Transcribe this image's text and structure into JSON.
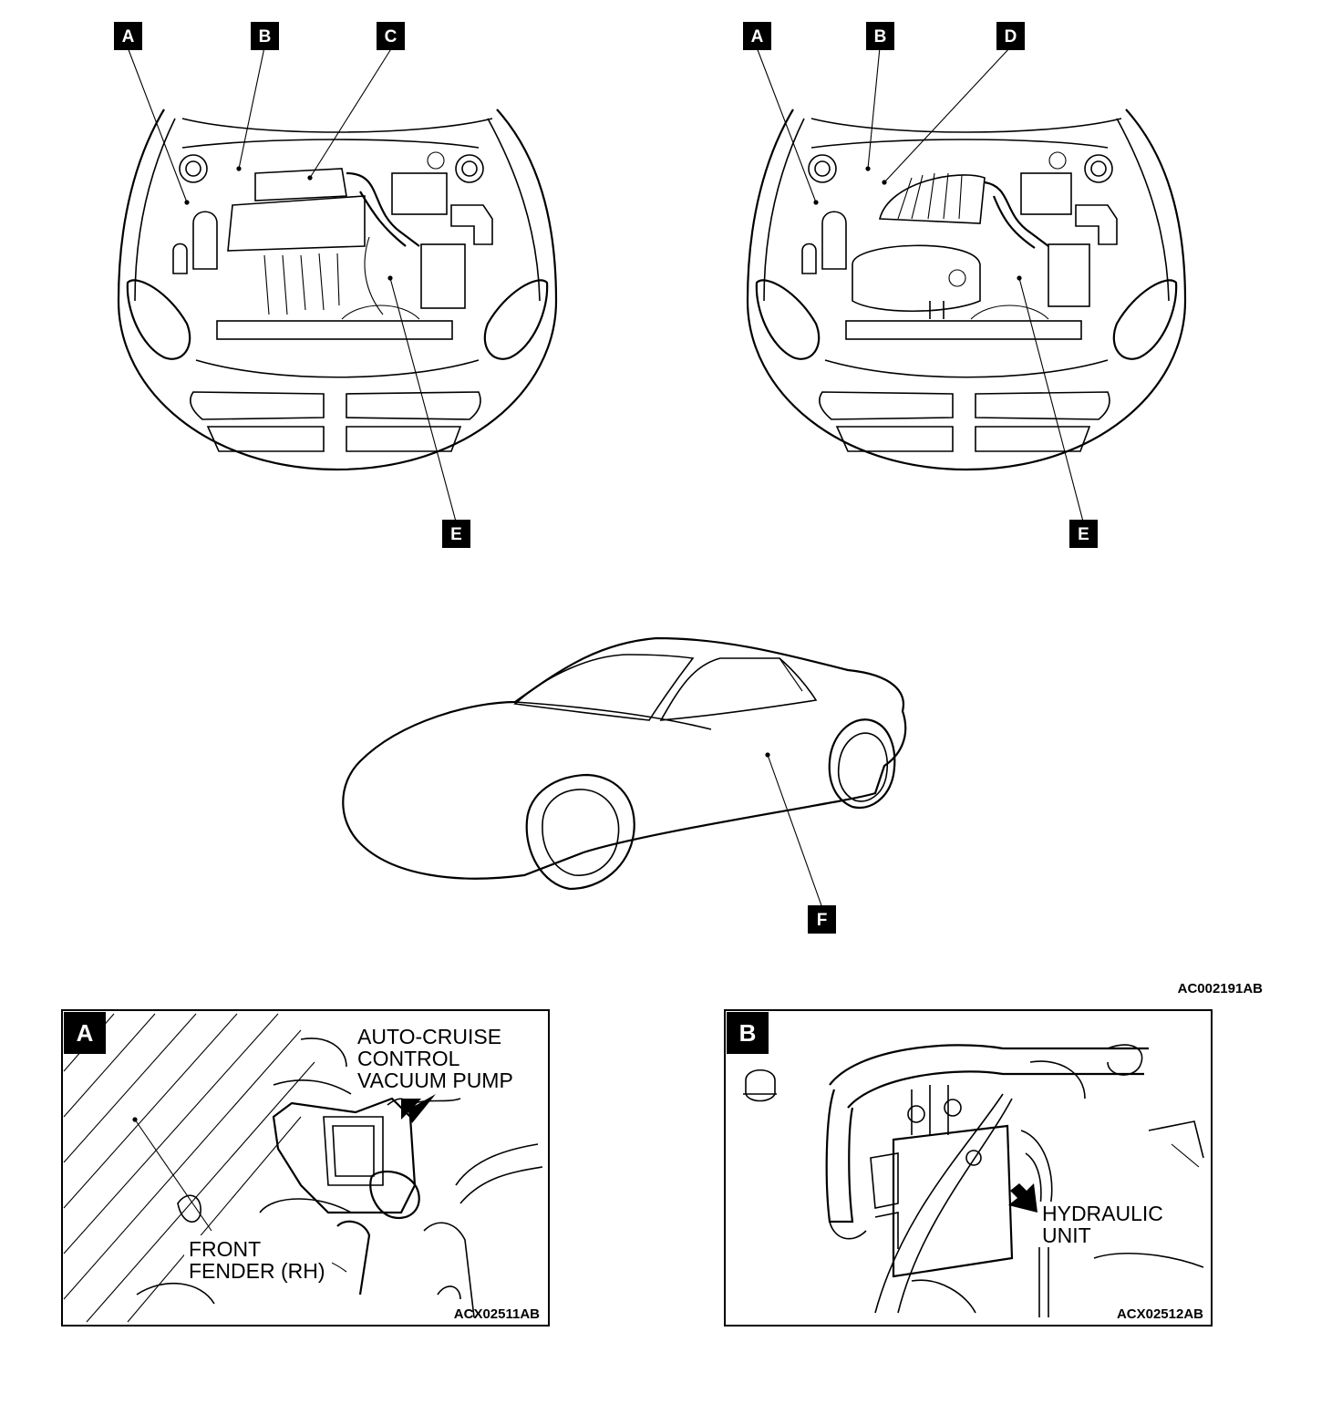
{
  "callouts": {
    "a": "A",
    "b": "B",
    "c": "C",
    "d": "D",
    "e": "E",
    "f": "F"
  },
  "figure_code": "AC002191AB",
  "detail_a": {
    "tag": "A",
    "pump_label": [
      "AUTO-CRUISE",
      "CONTROL",
      "VACUUM PUMP"
    ],
    "fender_label": [
      "FRONT",
      "FENDER (RH)"
    ],
    "code": "ACX02511AB"
  },
  "detail_b": {
    "tag": "B",
    "unit_label": [
      "HYDRAULIC",
      "UNIT"
    ],
    "code": "ACX02512AB"
  }
}
